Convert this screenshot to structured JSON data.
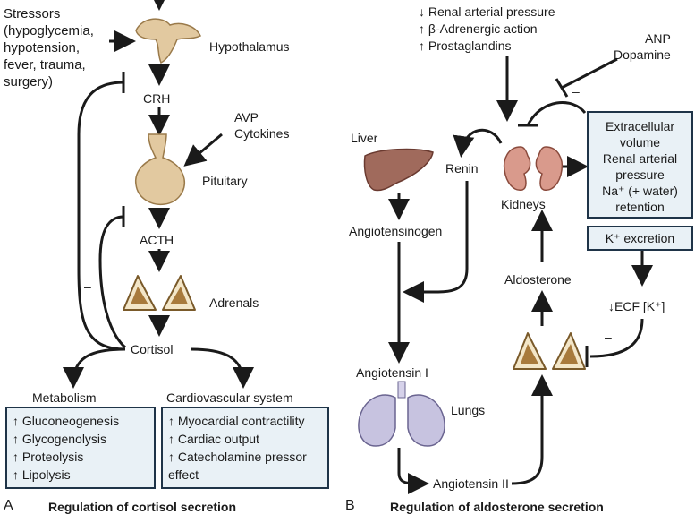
{
  "panel_a": {
    "letter": "A",
    "caption": "Regulation of cortisol secretion",
    "stressors": "Stressors\n(hypoglycemia,\nhypotension,\nfever, trauma,\nsurgery)",
    "hypothalamus": "Hypothalamus",
    "crh": "CRH",
    "avp_cytokines": "AVP\nCytokines",
    "pituitary": "Pituitary",
    "acth": "ACTH",
    "adrenals": "Adrenals",
    "cortisol": "Cortisol",
    "minus_1": "–",
    "minus_2": "–",
    "metabolism": {
      "title": "Metabolism",
      "items": [
        "↑ Gluconeogenesis",
        "↑ Glycogenolysis",
        "↑ Proteolysis",
        "↑ Lipolysis"
      ]
    },
    "cardiovascular": {
      "title": "Cardiovascular system",
      "items": [
        "↑ Myocardial contractility",
        "↑ Cardiac output",
        "↑ Catecholamine pressor\n    effect"
      ]
    }
  },
  "panel_b": {
    "letter": "B",
    "caption": "Regulation of aldosterone secretion",
    "triggers": "↓ Renal arterial pressure\n↑ β-Adrenergic action\n↑ Prostaglandins",
    "anp_dopamine": "ANP\nDopamine",
    "minus_anp": "–",
    "liver": "Liver",
    "renin": "Renin",
    "kidneys": "Kidneys",
    "ecf_box": "Extracellular\nvolume\nRenal arterial\npressure\nNa⁺ (+ water)\nretention",
    "k_excretion": "K⁺ excretion",
    "angiotensinogen": "Angiotensinogen",
    "aldosterone": "Aldosterone",
    "ecf_k": "↓ECF [K⁺]",
    "minus_k": "–",
    "angiotensin_1": "Angiotensin I",
    "lungs": "Lungs",
    "angiotensin_2": "Angiotensin II"
  },
  "colors": {
    "box_fill": "#e9f1f6",
    "box_border": "#1f3448",
    "organ_tan": "#e2c9a0",
    "liver": "#a06a5c",
    "kidney": "#d99a8c",
    "lung": "#c7c3e0",
    "adrenal_core": "#a87a3c"
  }
}
